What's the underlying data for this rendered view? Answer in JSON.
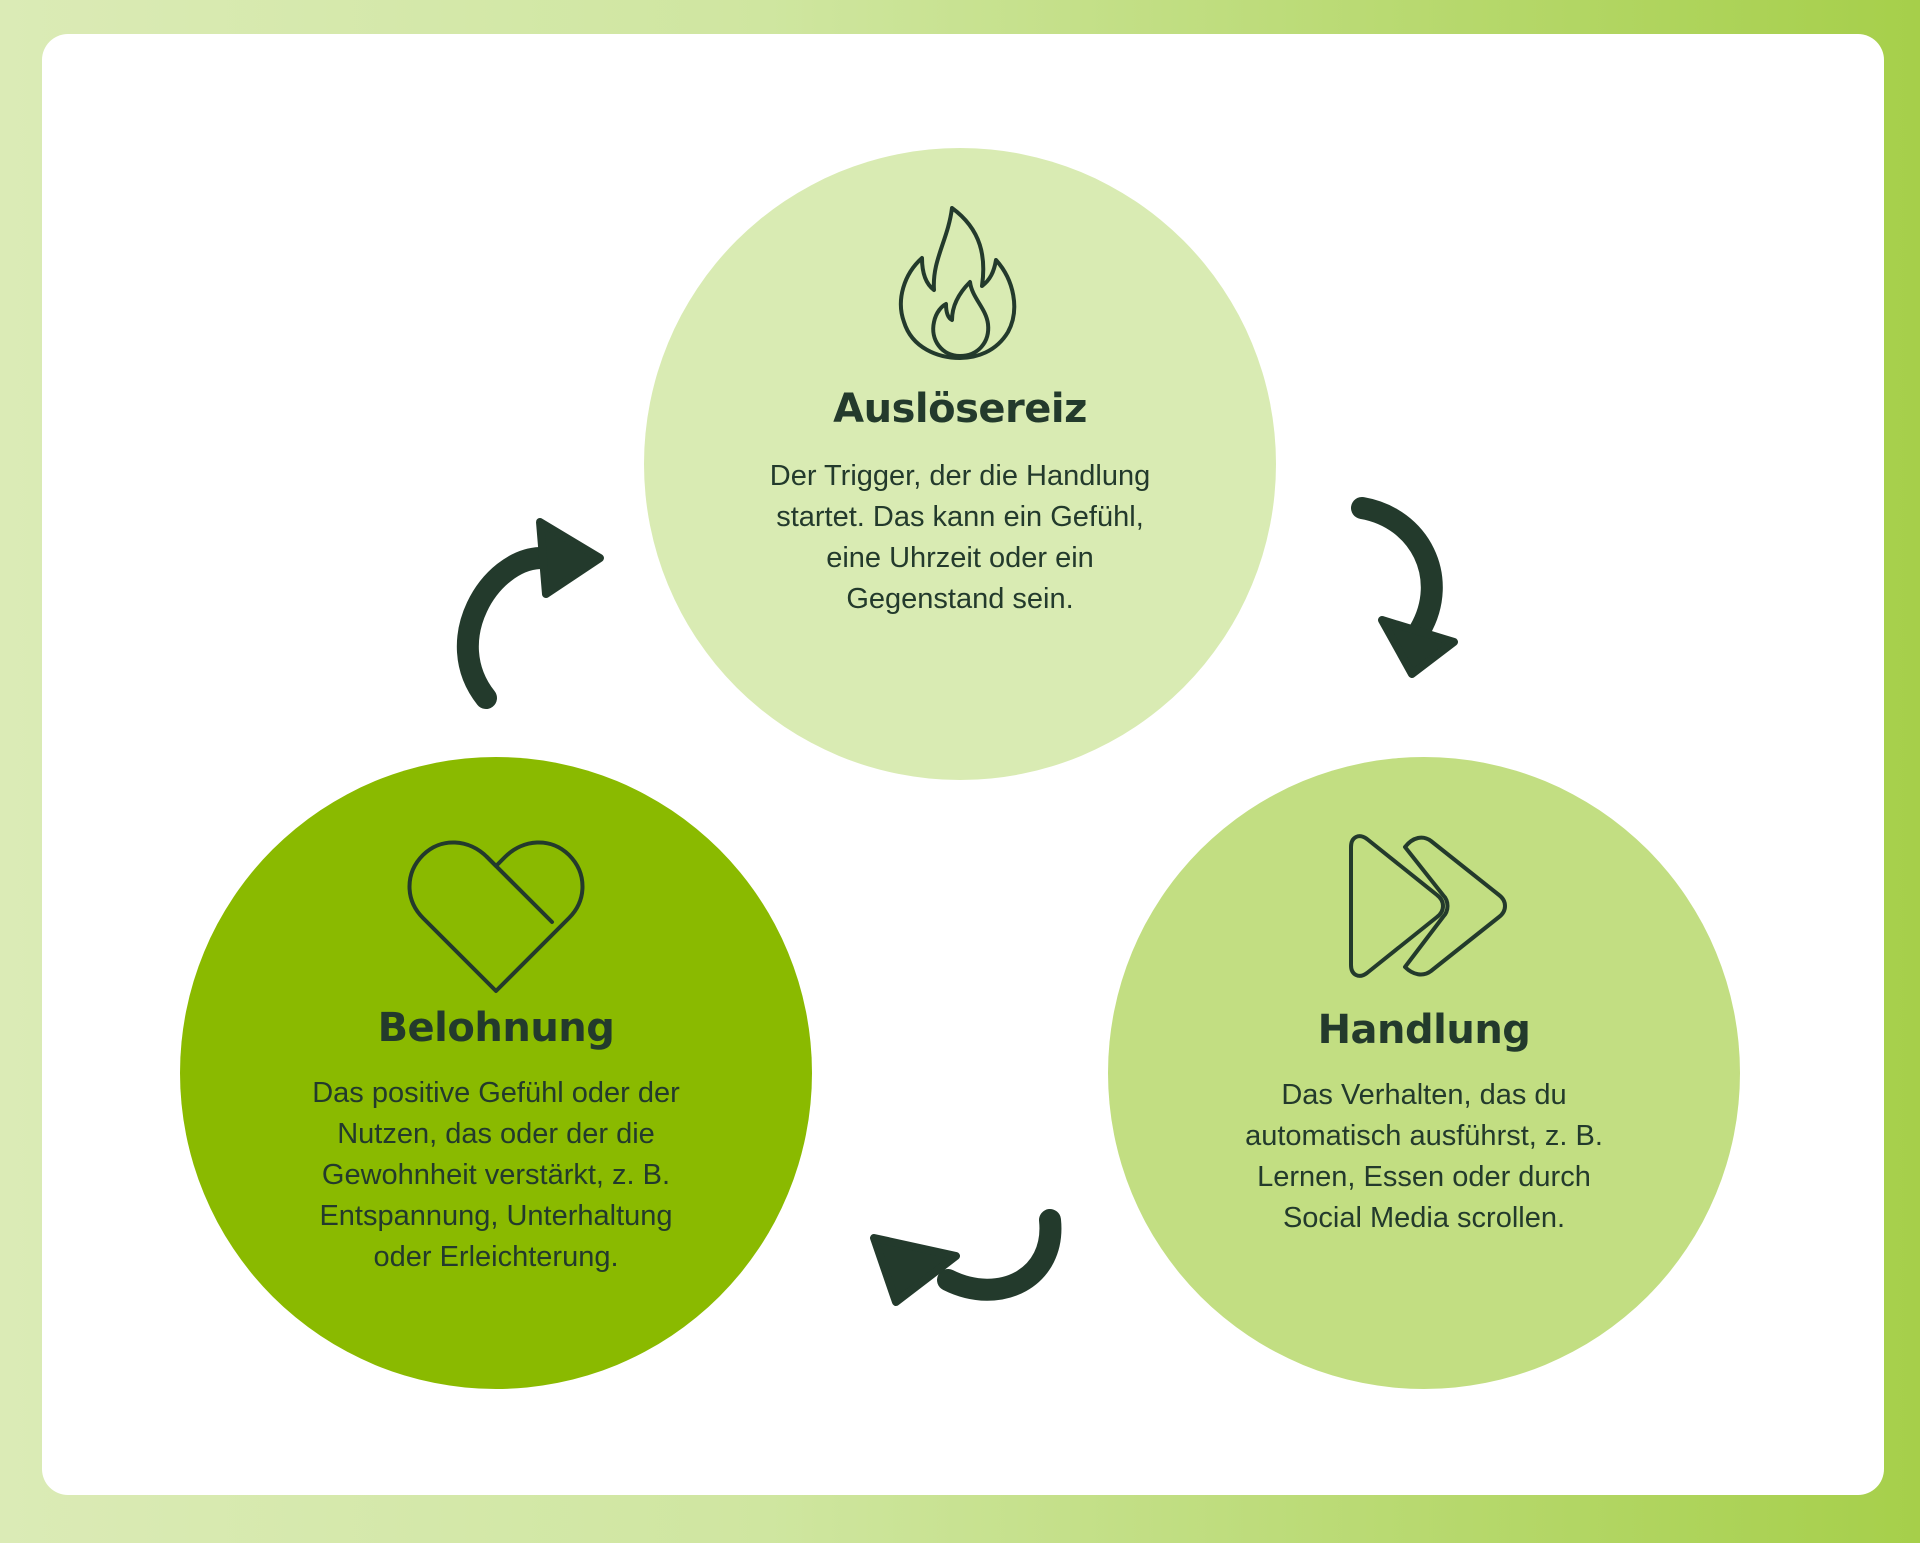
{
  "colors": {
    "dark": "#233a2c",
    "trigger_fill": "#d9ebb3",
    "action_fill": "#c2de82",
    "reward_fill": "#8aba00"
  },
  "nodes": [
    {
      "key": "trigger",
      "icon": "flame-icon",
      "title": "Auslösereiz",
      "description": "Der Trigger, der die Handlung\nstartet. Das kann ein Gefühl,\neine Uhrzeit oder ein\nGegenstand sein."
    },
    {
      "key": "action",
      "icon": "fast-forward-icon",
      "title": "Handlung",
      "description": "Das Verhalten, das du\nautomatisch ausführst, z. B.\nLernen, Essen oder durch\nSocial Media scrollen."
    },
    {
      "key": "reward",
      "icon": "heart-icon",
      "title": "Belohnung",
      "description": "Das positive Gefühl oder der\nNutzen, das oder der die\nGewohnheit verstärkt, z. B.\nEntspannung, Unterhaltung\noder Erleichterung."
    }
  ],
  "edges": [
    {
      "from": "trigger",
      "to": "action"
    },
    {
      "from": "action",
      "to": "reward"
    },
    {
      "from": "reward",
      "to": "trigger"
    }
  ]
}
